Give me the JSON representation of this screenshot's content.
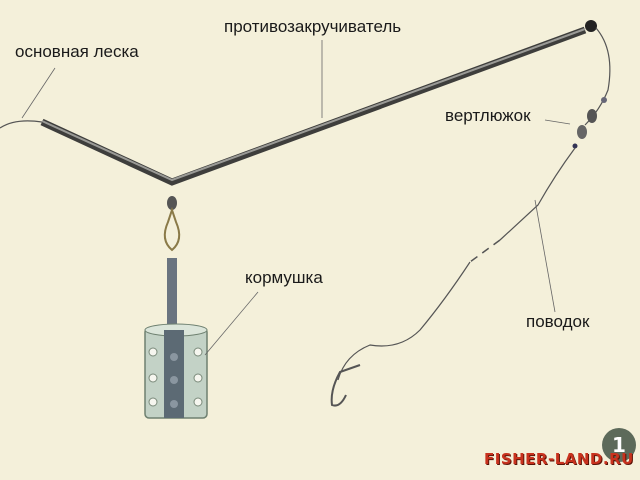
{
  "labels": {
    "main_line": "основная леска",
    "anti_tangle": "противозакручиватель",
    "swivel": "вертлюжок",
    "feeder": "кормушка",
    "leader": "поводок"
  },
  "watermark": "FISHER-LAND.RU",
  "figure_number": "1",
  "colors": {
    "background": "#f4f0da",
    "tube": "#4a4a48",
    "watermark": "#c8321e"
  }
}
